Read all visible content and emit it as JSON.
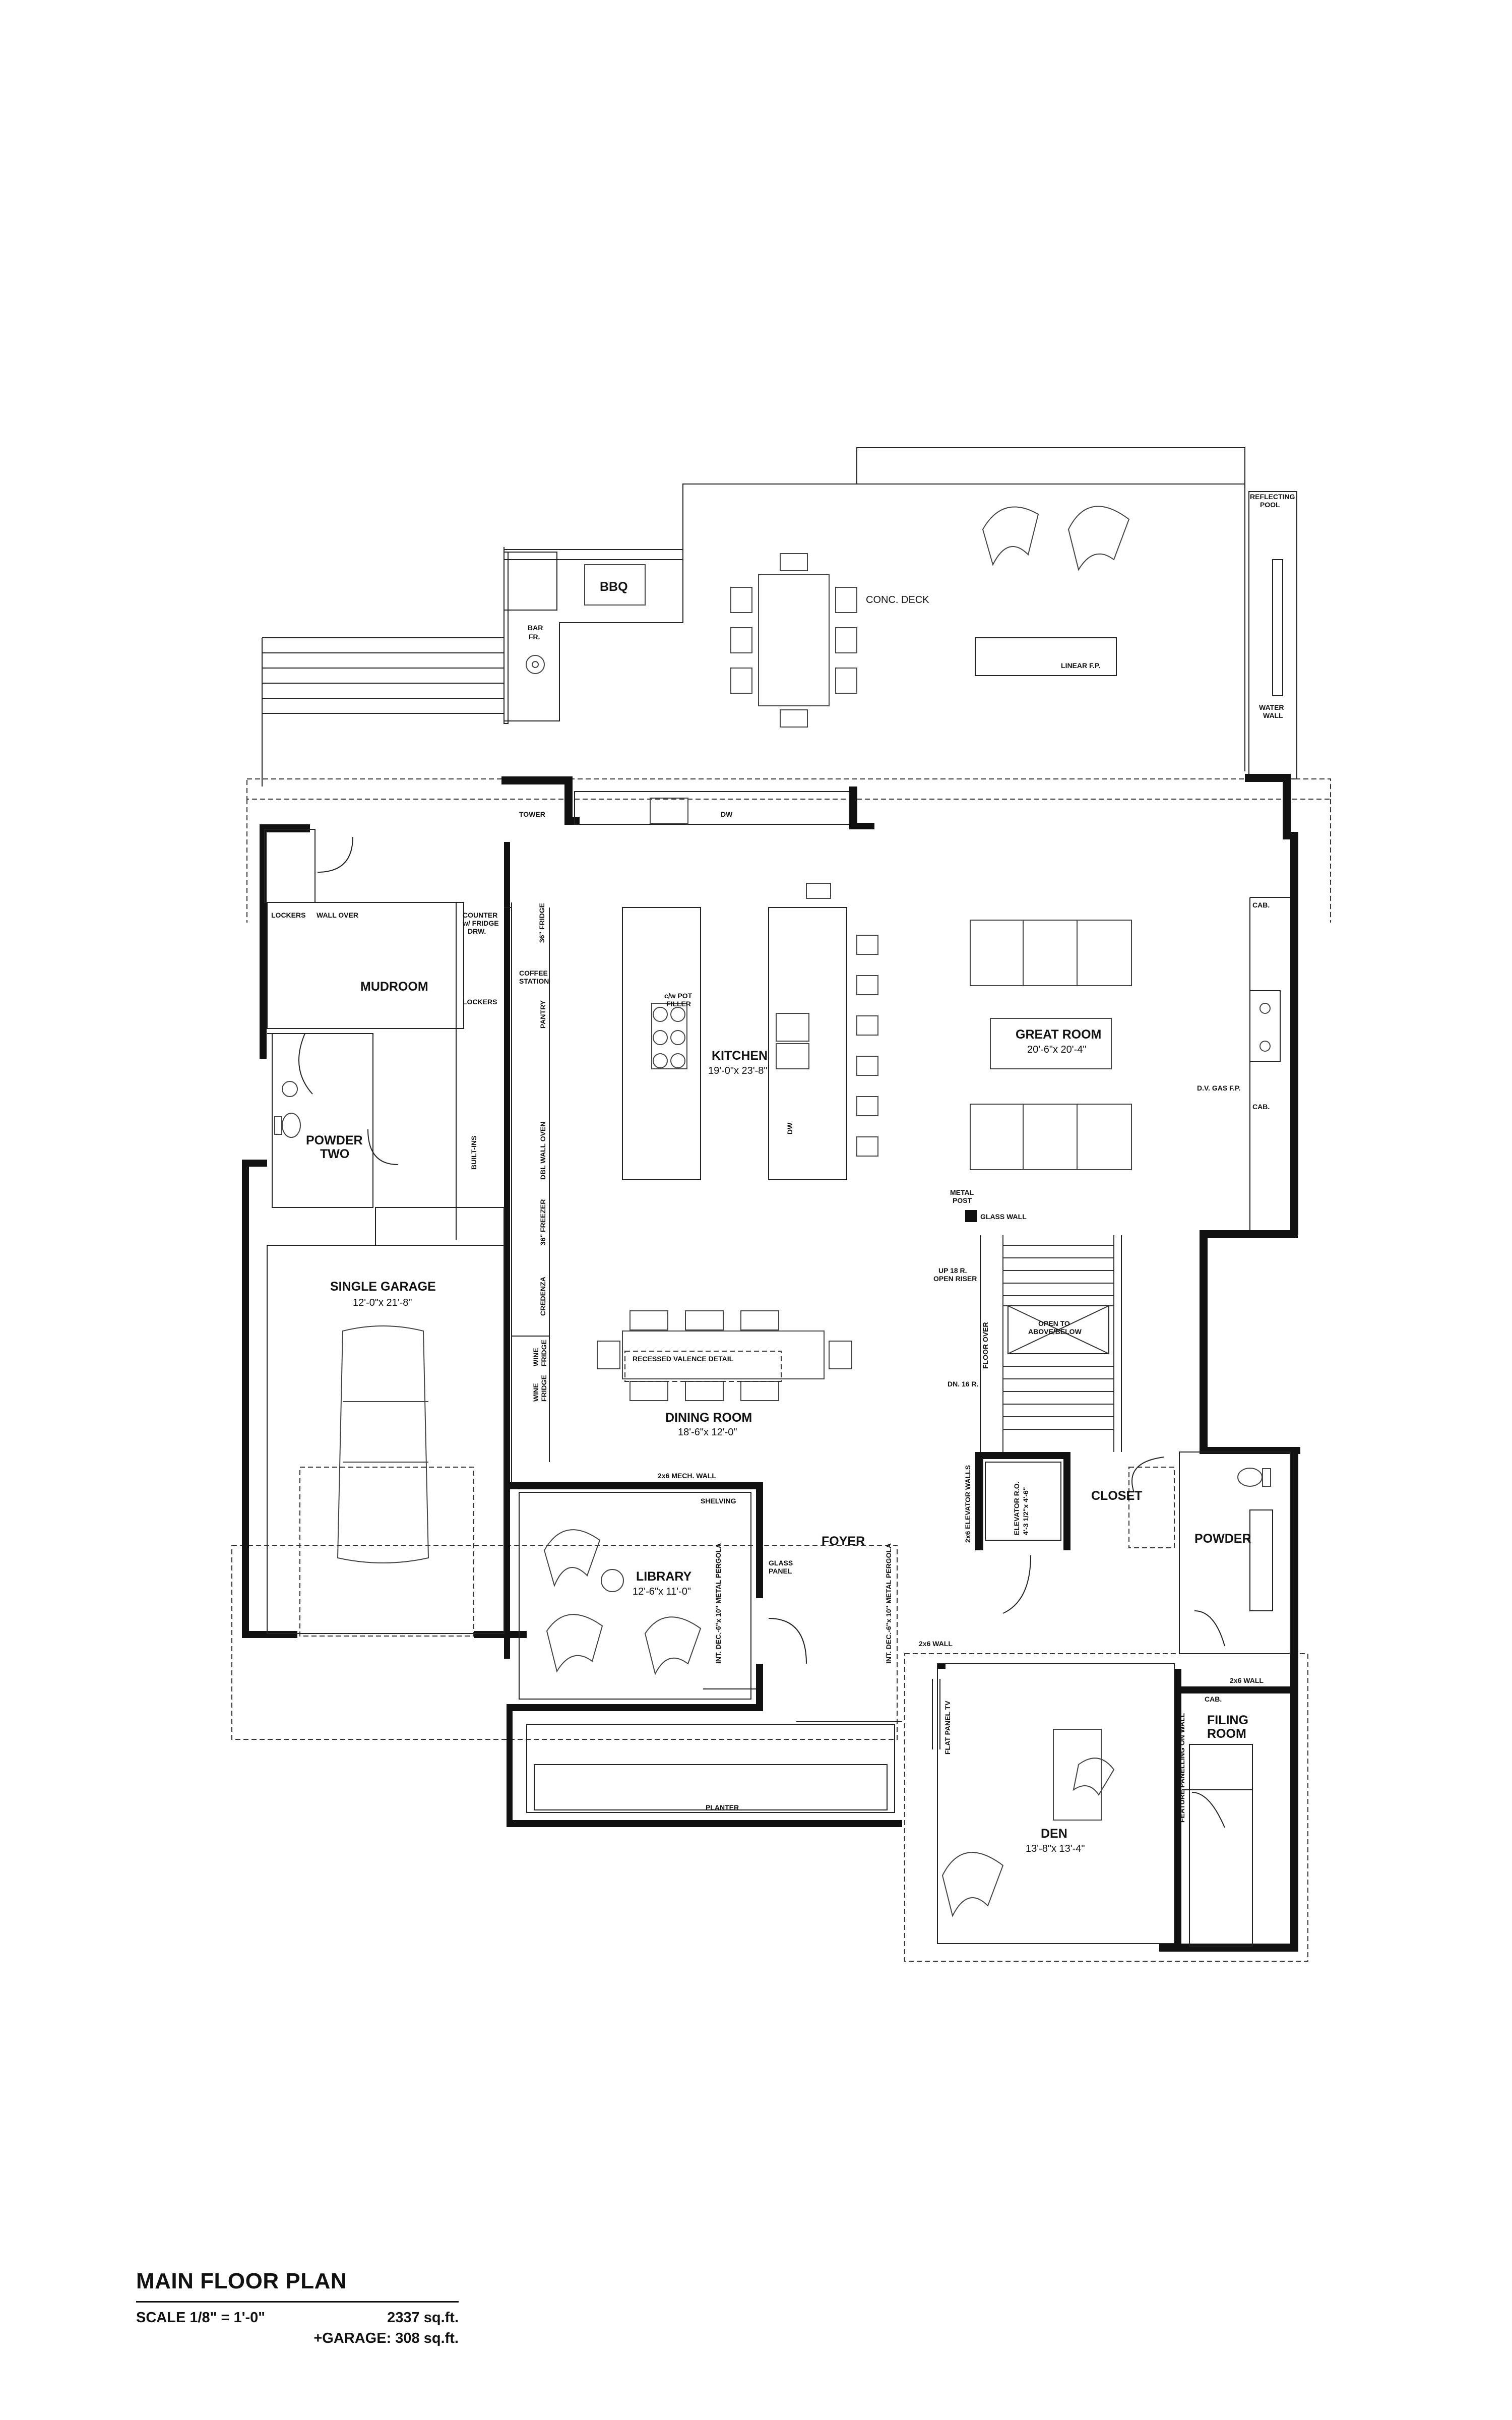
{
  "rooms": {
    "mudroom": "MUDROOM",
    "powder_two": [
      "POWDER",
      "TWO"
    ],
    "garage": {
      "name": "SINGLE GARAGE",
      "dim": "12'-0\"x 21'-8\""
    },
    "kitchen": {
      "name": "KITCHEN",
      "dim": "19'-0\"x 23'-8\""
    },
    "great_room": {
      "name": "GREAT ROOM",
      "dim": "20'-6\"x 20'-4\""
    },
    "dining_room": {
      "name": "DINING ROOM",
      "dim": "18'-6\"x 12'-0\""
    },
    "library": {
      "name": "LIBRARY",
      "dim": "12'-6\"x 11'-0\""
    },
    "foyer": "FOYER",
    "closet": "CLOSET",
    "powder": "POWDER",
    "filing_room": [
      "FILING",
      "ROOM"
    ],
    "den": {
      "name": "DEN",
      "dim": "13'-8\"x 13'-4\""
    }
  },
  "labels": {
    "bbq": "BBQ",
    "bar_fr": [
      "BAR",
      "FR."
    ],
    "conc_deck": "CONC. DECK",
    "linear_fp": "LINEAR F.P.",
    "reflecting_pool": [
      "REFLECTING",
      "POOL"
    ],
    "water_wall": [
      "WATER",
      "WALL"
    ],
    "tower": "TOWER",
    "dw": "DW",
    "dw2": "DW",
    "lockers": "LOCKERS",
    "lockers2": "LOCKERS",
    "wall_over": "WALL OVER",
    "counter_fridge": [
      "COUNTER",
      "w/ FRIDGE",
      "DRW."
    ],
    "fridge36": "36\" FRIDGE",
    "coffee_station": [
      "COFFEE",
      "STATION"
    ],
    "pantry": "PANTRY",
    "pot_filler": [
      "c/w POT",
      "FILLER"
    ],
    "built_ins": "BUILT-INS",
    "dbl_wall_oven": "DBL WALL OVEN",
    "freezer36": "36\" FREEZER",
    "credenza": "CREDENZA",
    "wine_fridge": [
      "WINE",
      "FRIDGE"
    ],
    "wine_fridge2": [
      "WINE",
      "FRIDGE"
    ],
    "cab1": "CAB.",
    "cab2": "CAB.",
    "cab3": "CAB.",
    "dv_gas": "D.V. GAS F.P.",
    "metal_post": [
      "METAL",
      "POST"
    ],
    "glass_wall": "GLASS WALL",
    "up18": [
      "UP 18 R.",
      "OPEN RISER"
    ],
    "floor_over": "FLOOR OVER",
    "open_to": [
      "OPEN TO",
      "ABOVE/BELOW"
    ],
    "dn16": "DN. 16 R.",
    "recessed_valence": "RECESSED VALENCE DETAIL",
    "mech_wall": "2x6 MECH. WALL",
    "shelving": "SHELVING",
    "glass_panel": [
      "GLASS",
      "PANEL"
    ],
    "pergola1": "INT. DEC.-6\"x 10\" METAL PERGOLA",
    "pergola2": "INT. DEC.-6\"x 10\" METAL PERGOLA",
    "elevator_walls": "2x6 ELEVATOR WALLS",
    "elevator_ro": [
      "ELEVATOR R.O.",
      "4'-3 1/2\"x 4'-6\""
    ],
    "wall2x6": "2x6 WALL",
    "wall2x6b": "2x6 WALL",
    "flat_panel_tv": "FLAT PANEL TV",
    "feature_panelling": "FEATURE PANELLING ON WALL",
    "planter": "PLANTER"
  },
  "title_block": {
    "title": "MAIN FLOOR PLAN",
    "scale": "SCALE 1/8\" = 1'-0\"",
    "area": "2337 sq.ft.",
    "garage_area": "+GARAGE: 308 sq.ft."
  }
}
